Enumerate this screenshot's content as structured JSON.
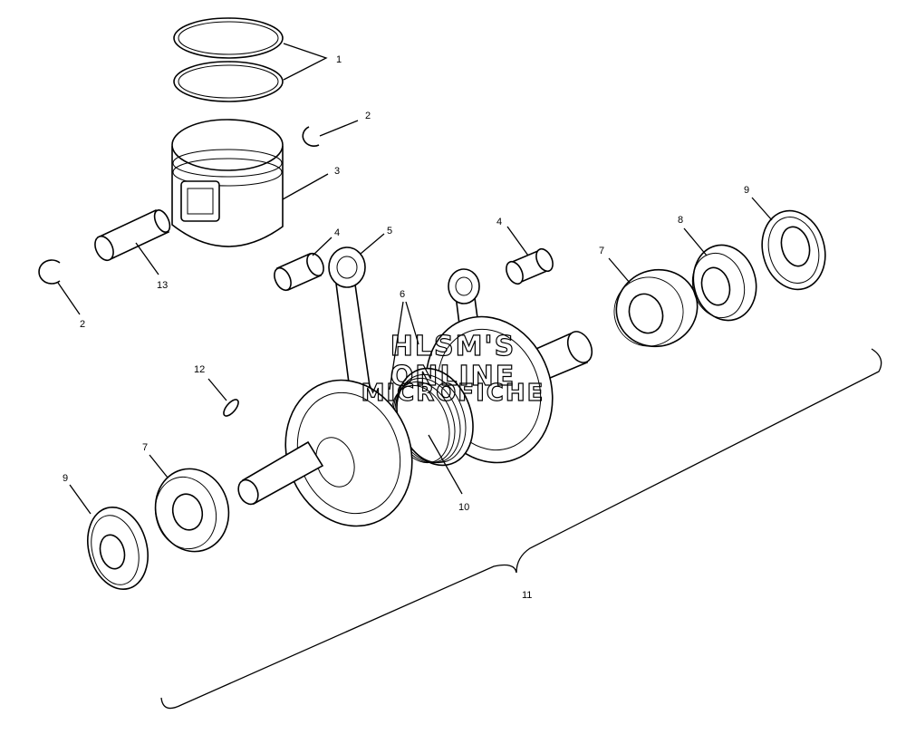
{
  "diagram": {
    "labels": {
      "l1": "1",
      "l2a": "2",
      "l2b": "2",
      "l3": "3",
      "l4a": "4",
      "l4b": "4",
      "l5": "5",
      "l6": "6",
      "l7a": "7",
      "l7b": "7",
      "l8": "8",
      "l9a": "9",
      "l9b": "9",
      "l10": "10",
      "l11": "11",
      "l12": "12",
      "l13": "13"
    },
    "watermark": {
      "line1": "HLSM'S",
      "line2": "ONLINE",
      "line3": "MICROFICHE"
    }
  }
}
